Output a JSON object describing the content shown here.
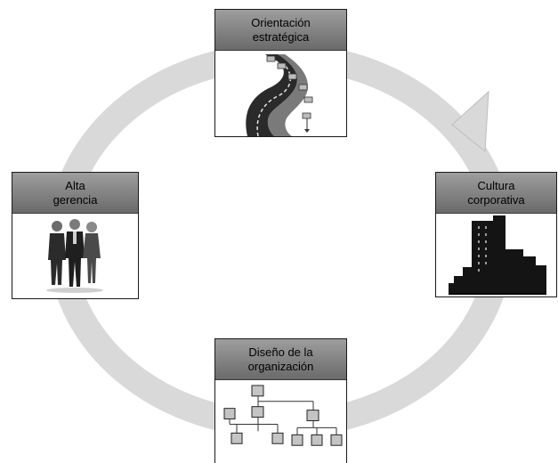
{
  "diagram": {
    "cycle_color": "#d9d9d9",
    "nodes": {
      "top": {
        "label": "Orientación\nestratégica",
        "icon": "winding-road-icon"
      },
      "left": {
        "label": "Alta\ngerencia",
        "icon": "executives-group-icon"
      },
      "right": {
        "label": "Cultura\ncorporativa",
        "icon": "corporate-buildings-icon"
      },
      "bottom": {
        "label": "Diseño de la\norganización",
        "icon": "org-chart-icon"
      }
    }
  }
}
